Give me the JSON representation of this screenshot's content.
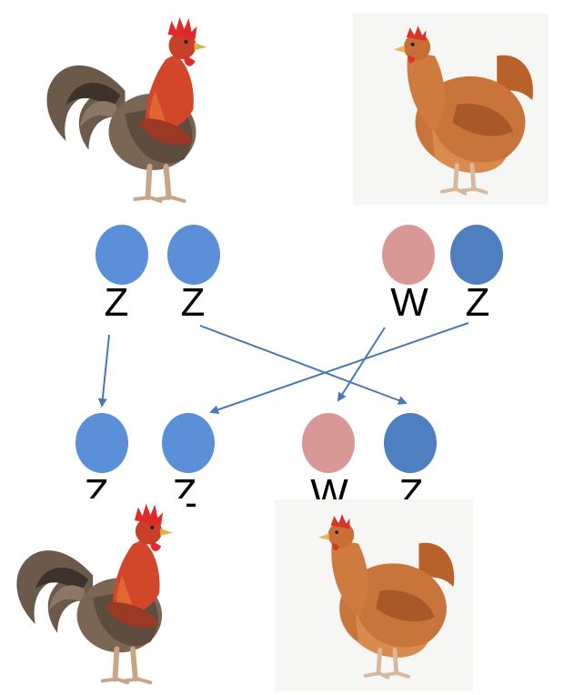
{
  "diagram": {
    "parents": {
      "rooster": {
        "chromosomes": [
          "Z",
          "Z"
        ]
      },
      "hen": {
        "chromosomes": [
          "W",
          "Z"
        ]
      }
    },
    "offspring": {
      "rooster": {
        "chromosomes": [
          "Z",
          "Z"
        ]
      },
      "hen": {
        "chromosomes": [
          "W",
          "Z"
        ]
      }
    }
  },
  "colors": {
    "z_light": "#5b8fd8",
    "z_dark": "#4f7fc0",
    "w_pink": "#d89896",
    "arrow": "#4a78b6"
  },
  "icons": {
    "rooster": "rooster-illustration",
    "hen": "hen-illustration"
  }
}
